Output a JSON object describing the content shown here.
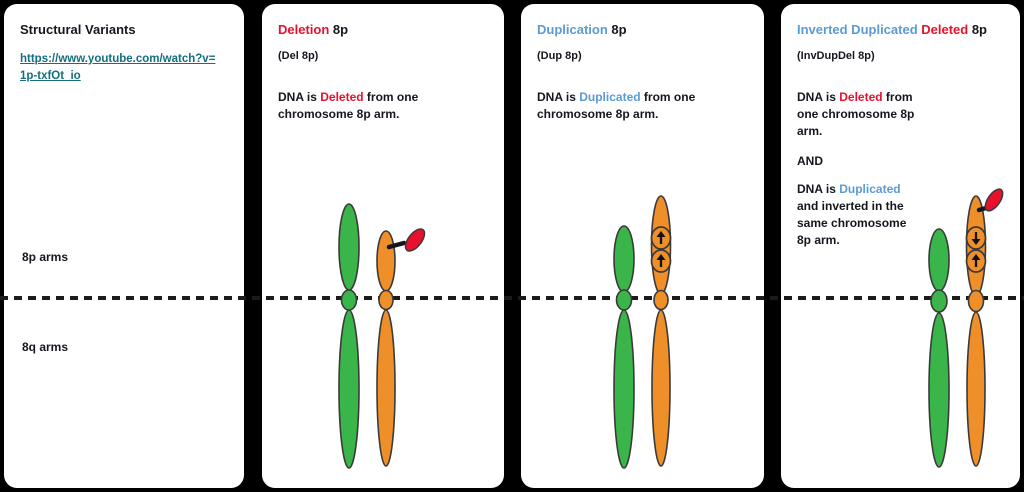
{
  "colors": {
    "green": "#3ab54a",
    "orange": "#ef8f2a",
    "red": "#e8112d",
    "blue": "#5b9bd5",
    "dark": "#16161f",
    "teal": "#136f80",
    "outline": "#3a3a3a"
  },
  "panels": {
    "intro": {
      "title": "Structural Variants",
      "link": "https://www.youtube.com/watch?v=1p-txfOt_io",
      "arm_labels": {
        "p": "8p arms",
        "q": "8q arms"
      }
    },
    "deletion": {
      "title": [
        {
          "text": "Deletion",
          "color": "red"
        },
        {
          "text": " 8p",
          "color": "dark"
        }
      ],
      "subtitle": "(Del 8p)",
      "body": [
        {
          "text": "DNA is ",
          "color": "dark"
        },
        {
          "text": "Deleted",
          "color": "red"
        },
        {
          "text": " from one chromosome 8p arm.",
          "color": "dark"
        }
      ]
    },
    "duplication": {
      "title": [
        {
          "text": "Duplication",
          "color": "blue"
        },
        {
          "text": " 8p",
          "color": "dark"
        }
      ],
      "subtitle": "(Dup 8p)",
      "body": [
        {
          "text": "DNA is ",
          "color": "dark"
        },
        {
          "text": "Duplicated",
          "color": "blue"
        },
        {
          "text": " from one chromosome 8p arm.",
          "color": "dark"
        }
      ]
    },
    "invdupdel": {
      "title": [
        {
          "text": "Inverted Duplicated ",
          "color": "blue"
        },
        {
          "text": "Deleted",
          "color": "red"
        },
        {
          "text": " 8p",
          "color": "dark"
        }
      ],
      "subtitle": "(InvDupDel 8p)",
      "body1": [
        {
          "text": "DNA is ",
          "color": "dark"
        },
        {
          "text": "Deleted",
          "color": "red"
        },
        {
          "text": " from one chromosome 8p arm.",
          "color": "dark"
        }
      ],
      "conjunction": "AND",
      "body2": [
        {
          "text": "DNA is ",
          "color": "dark"
        },
        {
          "text": "Duplicated",
          "color": "blue"
        },
        {
          "text": " and inverted in the same chromosome 8p arm.",
          "color": "dark"
        }
      ]
    }
  },
  "icons": {
    "deleted_fragment_icon": "red-tilted-ellipse",
    "deletion_dash_icon": "short-black-dash",
    "inversion_up_arrow_icon": "↑",
    "inversion_down_arrow_icon": "↓",
    "centromere_icon": "small-oval",
    "dashed_centromere_line": "horizontal-dashed-line"
  }
}
